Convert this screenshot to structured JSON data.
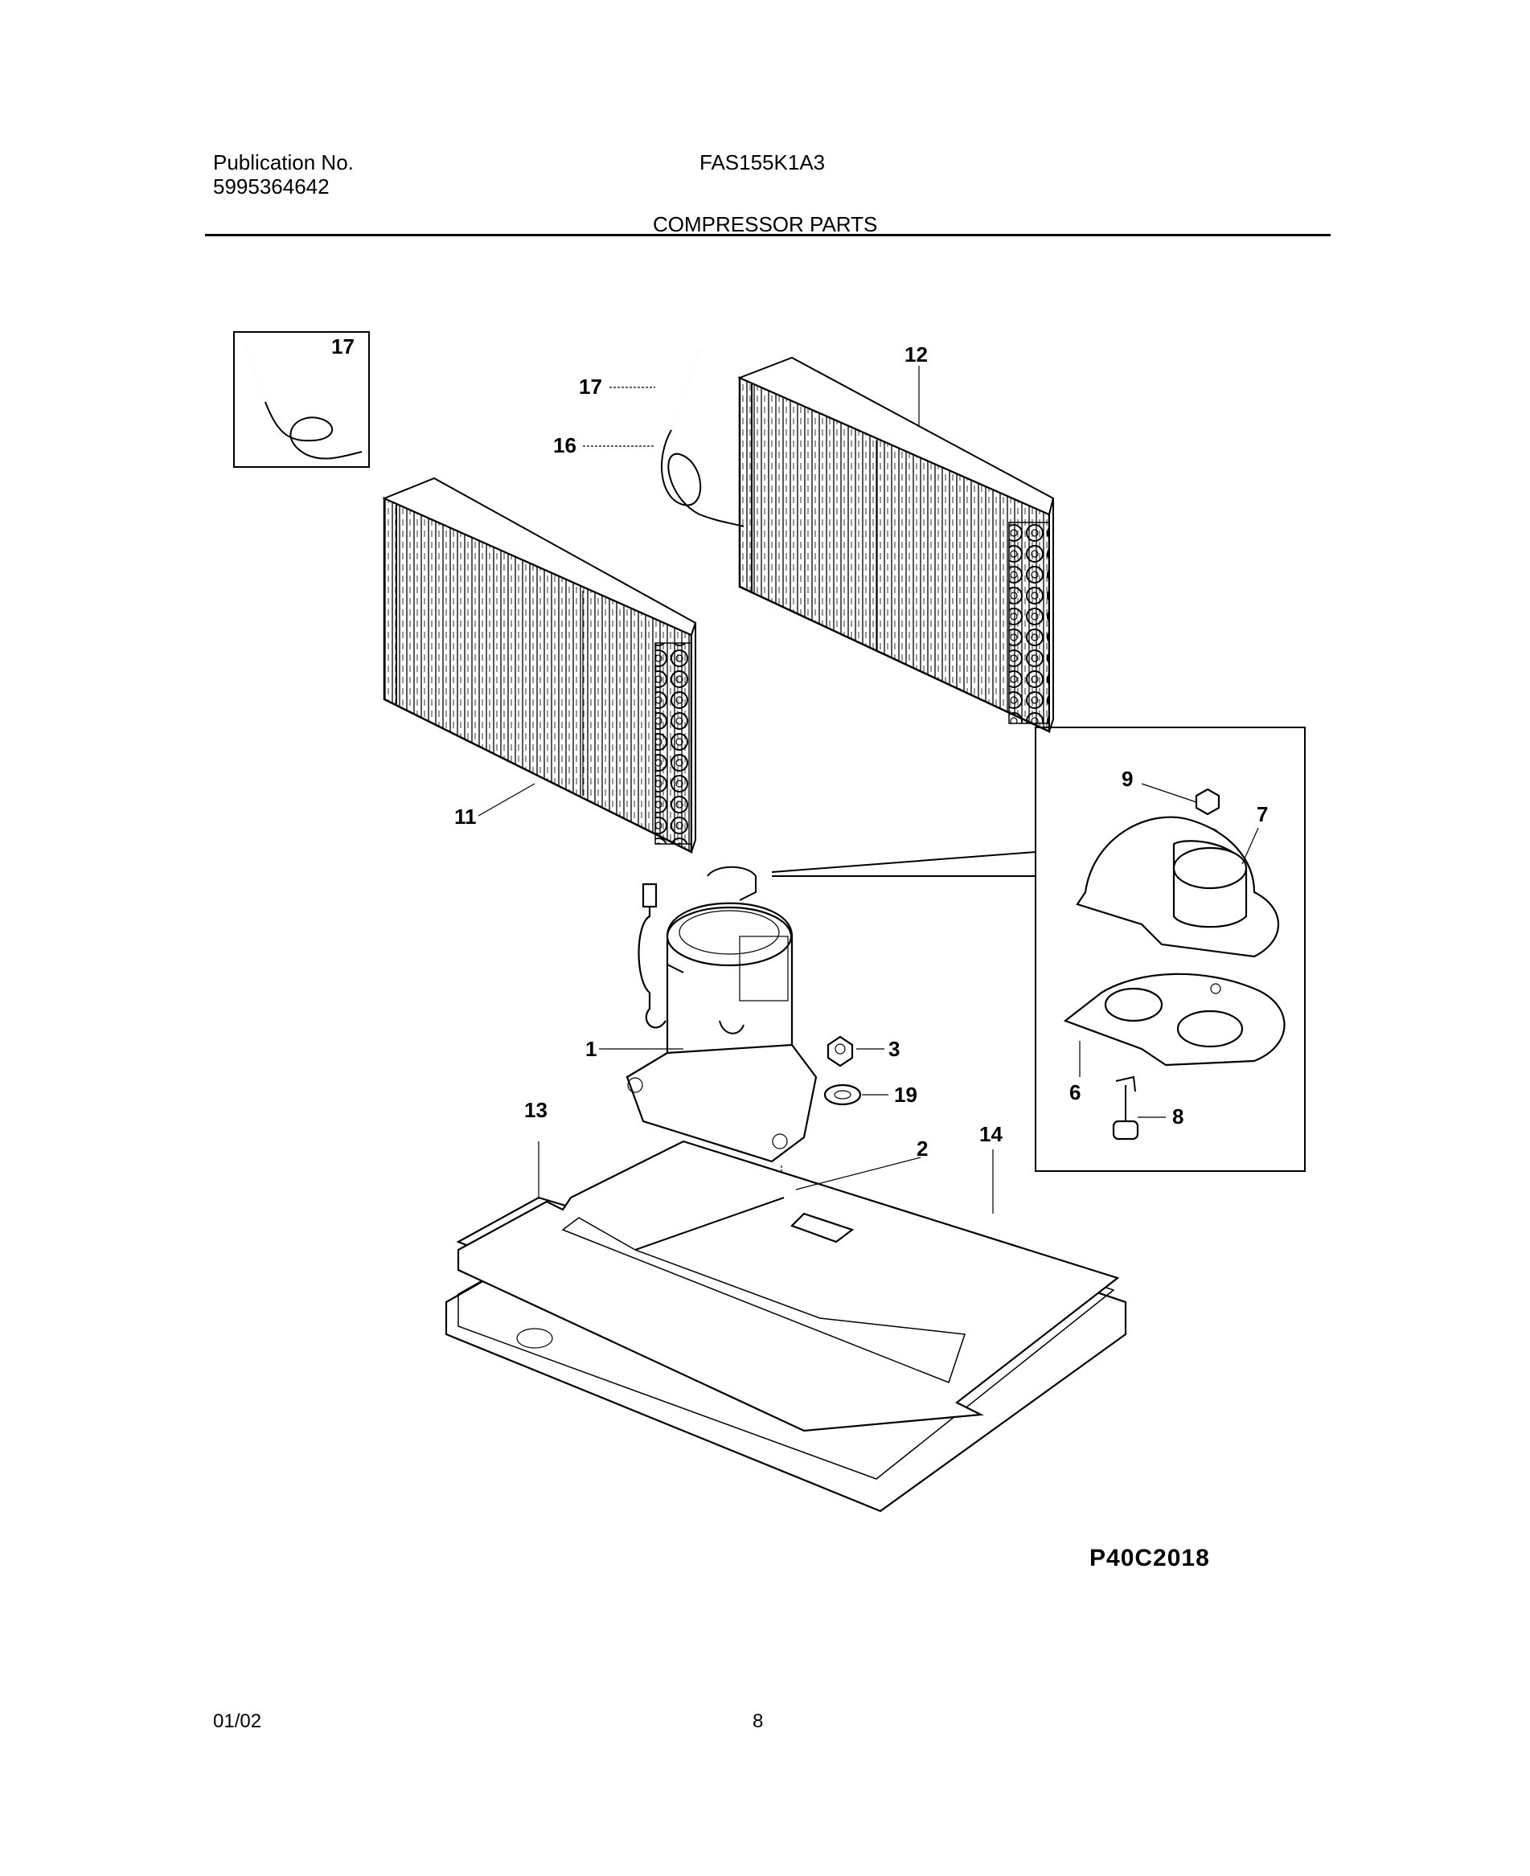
{
  "header": {
    "publication_label": "Publication No.",
    "publication_number": "5995364642",
    "model": "FAS155K1A3",
    "section_title": "COMPRESSOR PARTS"
  },
  "footer": {
    "date": "01/02",
    "page": "8",
    "drawing_code": "P40C2018"
  },
  "callouts": {
    "c17_inset": "17",
    "c17": "17",
    "c16": "16",
    "c12": "12",
    "c11": "11",
    "c9": "9",
    "c7": "7",
    "c6": "6",
    "c8": "8",
    "c1": "1",
    "c3": "3",
    "c19": "19",
    "c2": "2",
    "c13": "13",
    "c14": "14"
  }
}
